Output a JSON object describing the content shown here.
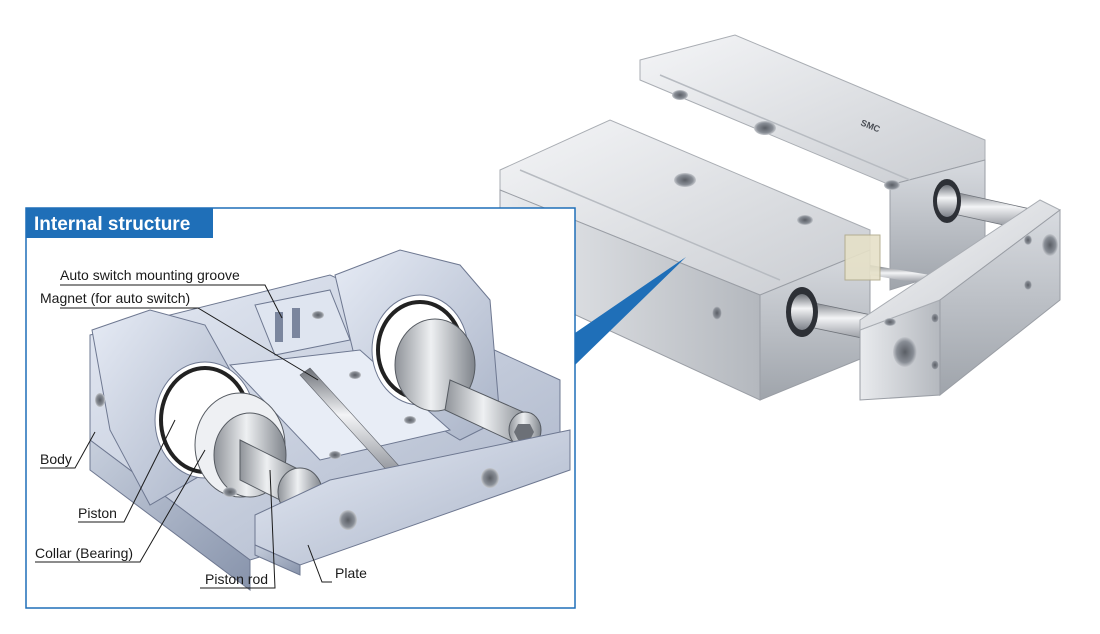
{
  "panel": {
    "title": "Internal structure",
    "accent_color": "#1f6fb8"
  },
  "callouts": {
    "auto_switch_groove": "Auto switch mounting groove",
    "magnet": "Magnet (for auto switch)",
    "body": "Body",
    "piston": "Piston",
    "collar": "Collar (Bearing)",
    "piston_rod": "Piston rod",
    "plate": "Plate"
  },
  "product": {
    "brand_mark": "SMC"
  }
}
